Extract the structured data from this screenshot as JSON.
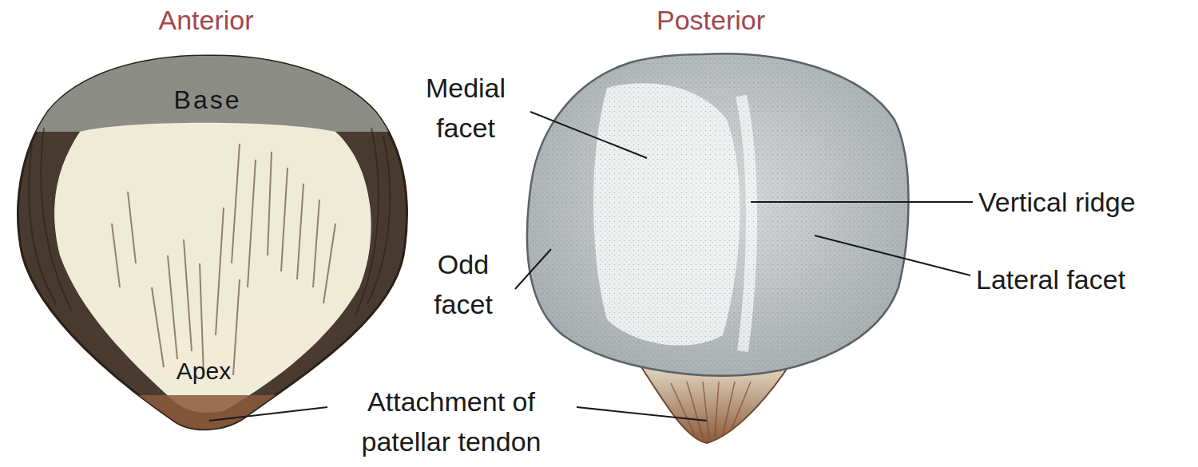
{
  "diagram": {
    "labels": [
      "Anterior",
      "Posterior",
      "Base",
      "Apex",
      "Medial facet",
      "Odd facet",
      "Vertical ridge",
      "Lateral facet",
      "Attachment of patellar tendon"
    ]
  }
}
